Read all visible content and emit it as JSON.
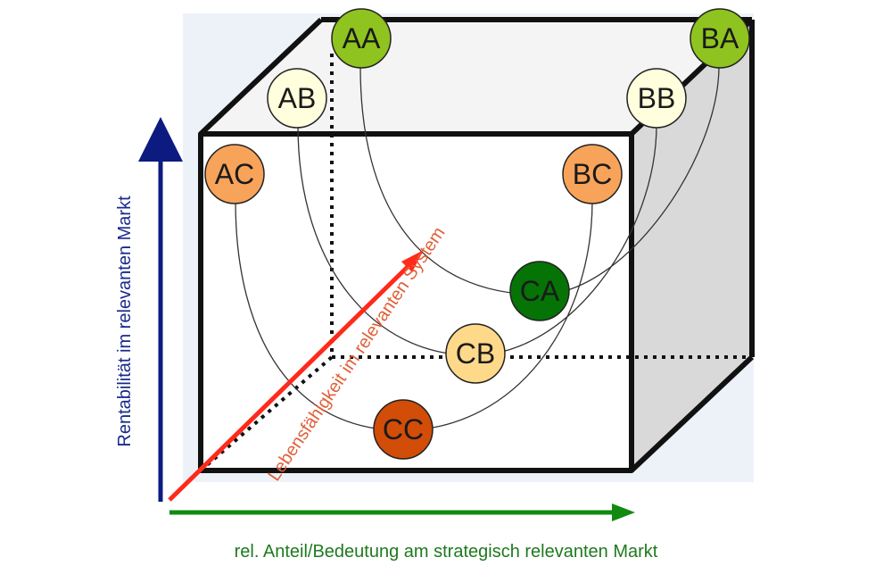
{
  "axes": {
    "y_label": "Rentabilität im relevanten Markt",
    "x_label": "rel. Anteil/Bedeutung am strategisch relevanten Markt",
    "z_label": "Lebensfähigkeit im relevanten System",
    "colors": {
      "y": "#0d1a80",
      "x": "#118a11",
      "z": "#ff2a1a",
      "z_text": "#e0603a",
      "x_text": "#1e7a1e",
      "y_text": "#1a2a8c"
    }
  },
  "nodes": [
    {
      "id": "AA",
      "label": "AA",
      "fill": "#8fc31f"
    },
    {
      "id": "BA",
      "label": "BA",
      "fill": "#8fc31f"
    },
    {
      "id": "AB",
      "label": "AB",
      "fill": "#ffffdd"
    },
    {
      "id": "BB",
      "label": "BB",
      "fill": "#ffffdd"
    },
    {
      "id": "AC",
      "label": "AC",
      "fill": "#f7a35a"
    },
    {
      "id": "BC",
      "label": "BC",
      "fill": "#f7a35a"
    },
    {
      "id": "CA",
      "label": "CA",
      "fill": "#067306"
    },
    {
      "id": "CB",
      "label": "CB",
      "fill": "#ffd98a"
    },
    {
      "id": "CC",
      "label": "CC",
      "fill": "#d24d08"
    }
  ]
}
